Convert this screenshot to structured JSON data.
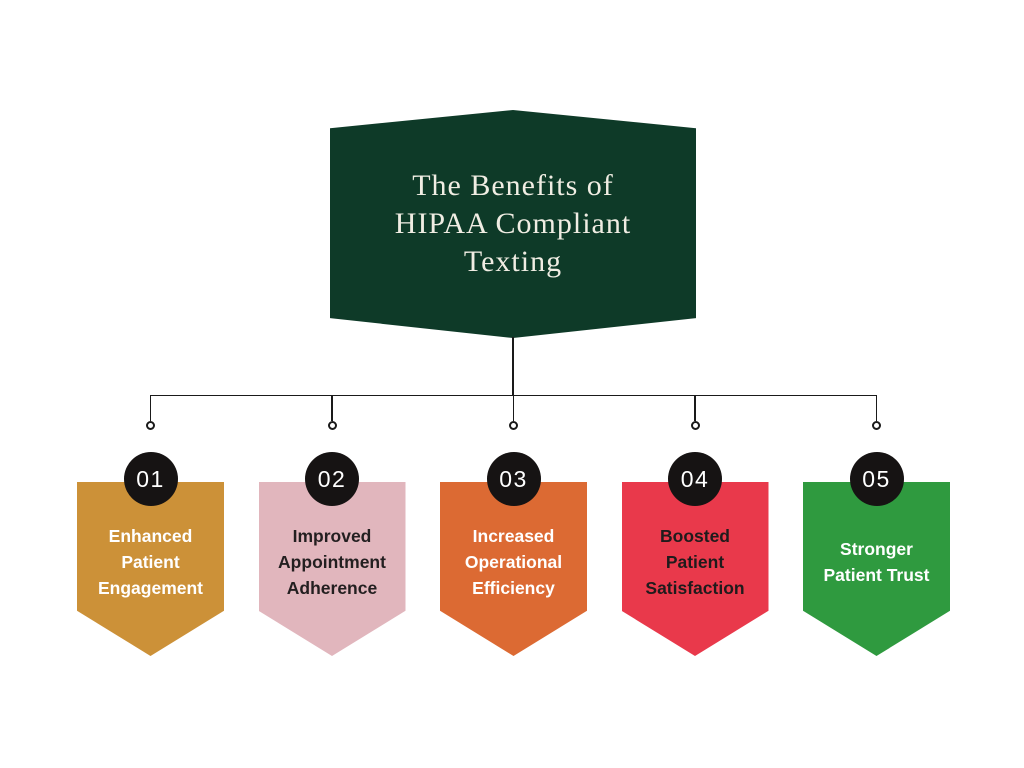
{
  "background_color": "#FFFFFF",
  "header": {
    "title_lines": [
      "The Benefits of",
      "HIPAA Compliant",
      "Texting"
    ],
    "bg_color": "#0E3A28",
    "text_color": "#F0EDE3"
  },
  "connector": {
    "line_color": "#1A1A1A",
    "node_fill": "#FFFFFF"
  },
  "cards": [
    {
      "number": "01",
      "lines": [
        "Enhanced",
        "Patient",
        "Engagement"
      ],
      "bg_color": "#CC9138",
      "text_color": "#FFFFFF",
      "badge_bg": "#161313",
      "badge_text": "#FFFFFF"
    },
    {
      "number": "02",
      "lines": [
        "Improved",
        "Appointment",
        "Adherence"
      ],
      "bg_color": "#E1B6BD",
      "text_color": "#231F20",
      "badge_bg": "#161313",
      "badge_text": "#FFFFFF"
    },
    {
      "number": "03",
      "lines": [
        "Increased",
        "Operational",
        "Efficiency"
      ],
      "bg_color": "#DC6A33",
      "text_color": "#FFFFFF",
      "badge_bg": "#161313",
      "badge_text": "#FFFFFF"
    },
    {
      "number": "04",
      "lines": [
        "Boosted",
        "Patient",
        "Satisfaction"
      ],
      "bg_color": "#E9394B",
      "text_color": "#1F1B1C",
      "badge_bg": "#161313",
      "badge_text": "#FFFFFF"
    },
    {
      "number": "05",
      "lines": [
        "Stronger",
        "Patient Trust"
      ],
      "bg_color": "#2F9A3F",
      "text_color": "#FFFFFF",
      "badge_bg": "#161313",
      "badge_text": "#FFFFFF"
    }
  ]
}
